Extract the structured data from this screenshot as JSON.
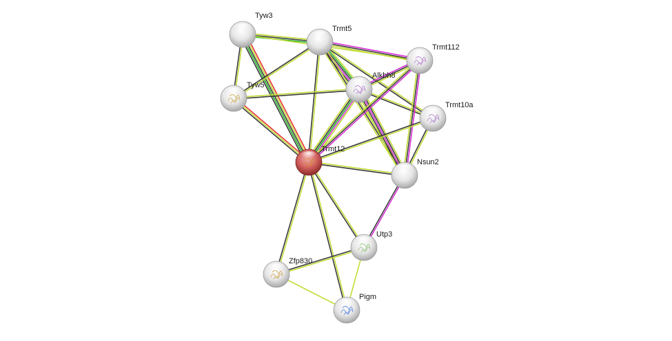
{
  "title": "Protein interaction network",
  "query_protein": "Trmt12",
  "evidence_colors": {
    "textmining": "#c3dc38",
    "coexpression": "#3a3a3a",
    "experiments": "#d42fd4",
    "neighborhood": "#25b425",
    "fusion": "#e83030"
  },
  "node_style": {
    "default_fill": "#e4e4e4",
    "query_fill": "#c8504f"
  },
  "nodes": [
    {
      "id": "Tyw3",
      "label": "Tyw3",
      "query": false,
      "structure": false
    },
    {
      "id": "Trmt5",
      "label": "Trmt5",
      "query": false,
      "structure": false
    },
    {
      "id": "Trmt112",
      "label": "Trmt112",
      "query": false,
      "structure": true,
      "structure_color": "#b07ad0"
    },
    {
      "id": "Alkbh8",
      "label": "Alkbh8",
      "query": false,
      "structure": true,
      "structure_color": "#b07ad0"
    },
    {
      "id": "Tyw5",
      "label": "Tyw5",
      "query": false,
      "structure": true,
      "structure_color": "#c8a84a"
    },
    {
      "id": "Trmt10a",
      "label": "Trmt10a",
      "query": false,
      "structure": true,
      "structure_color": "#a97ac8"
    },
    {
      "id": "Trmt12",
      "label": "Trmt12",
      "query": true,
      "structure": true,
      "structure_color": "#d08a30"
    },
    {
      "id": "Nsun2",
      "label": "Nsun2",
      "query": false,
      "structure": false
    },
    {
      "id": "Utp3",
      "label": "Utp3",
      "query": false,
      "structure": true,
      "structure_color": "#8ac070"
    },
    {
      "id": "Zfp830",
      "label": "Zfp830",
      "query": false,
      "structure": true,
      "structure_color": "#d0a040"
    },
    {
      "id": "Pigm",
      "label": "Pigm",
      "query": false,
      "structure": true,
      "structure_color": "#4a7ad8"
    }
  ],
  "edges": [
    {
      "source": "Tyw3",
      "target": "Trmt5",
      "evidence": [
        "textmining",
        "coexpression",
        "neighborhood"
      ]
    },
    {
      "source": "Tyw3",
      "target": "Tyw5",
      "evidence": [
        "textmining",
        "coexpression"
      ]
    },
    {
      "source": "Tyw3",
      "target": "Trmt12",
      "evidence": [
        "fusion",
        "textmining",
        "coexpression",
        "neighborhood",
        "coexpression"
      ]
    },
    {
      "source": "Tyw3",
      "target": "Trmt112",
      "evidence": [
        "textmining"
      ]
    },
    {
      "source": "Trmt5",
      "target": "Tyw5",
      "evidence": [
        "textmining",
        "coexpression"
      ]
    },
    {
      "source": "Trmt5",
      "target": "Trmt12",
      "evidence": [
        "textmining",
        "coexpression"
      ]
    },
    {
      "source": "Trmt5",
      "target": "Trmt112",
      "evidence": [
        "experiments",
        "coexpression",
        "textmining"
      ]
    },
    {
      "source": "Trmt5",
      "target": "Alkbh8",
      "evidence": [
        "textmining",
        "neighborhood",
        "coexpression",
        "experiments",
        "coexpression"
      ]
    },
    {
      "source": "Trmt5",
      "target": "Trmt10a",
      "evidence": [
        "textmining",
        "coexpression"
      ]
    },
    {
      "source": "Trmt5",
      "target": "Nsun2",
      "evidence": [
        "textmining",
        "coexpression",
        "textmining"
      ]
    },
    {
      "source": "Tyw5",
      "target": "Alkbh8",
      "evidence": [
        "textmining",
        "coexpression"
      ]
    },
    {
      "source": "Tyw5",
      "target": "Trmt12",
      "evidence": [
        "fusion",
        "textmining",
        "coexpression"
      ]
    },
    {
      "source": "Alkbh8",
      "target": "Trmt112",
      "evidence": [
        "experiments",
        "coexpression",
        "textmining"
      ]
    },
    {
      "source": "Alkbh8",
      "target": "Trmt10a",
      "evidence": [
        "textmining",
        "coexpression"
      ]
    },
    {
      "source": "Alkbh8",
      "target": "Trmt12",
      "evidence": [
        "textmining",
        "experiments",
        "neighborhood",
        "coexpression",
        "textmining"
      ]
    },
    {
      "source": "Alkbh8",
      "target": "Nsun2",
      "evidence": [
        "textmining",
        "coexpression",
        "experiments",
        "coexpression",
        "textmining"
      ]
    },
    {
      "source": "Trmt112",
      "target": "Trmt12",
      "evidence": [
        "experiments",
        "coexpression",
        "textmining"
      ]
    },
    {
      "source": "Trmt112",
      "target": "Nsun2",
      "evidence": [
        "experiments",
        "coexpression",
        "textmining"
      ]
    },
    {
      "source": "Trmt10a",
      "target": "Trmt12",
      "evidence": [
        "textmining",
        "coexpression"
      ]
    },
    {
      "source": "Trmt10a",
      "target": "Nsun2",
      "evidence": [
        "textmining",
        "coexpression"
      ]
    },
    {
      "source": "Trmt12",
      "target": "Nsun2",
      "evidence": [
        "textmining",
        "coexpression"
      ]
    },
    {
      "source": "Trmt12",
      "target": "Utp3",
      "evidence": [
        "textmining",
        "coexpression"
      ]
    },
    {
      "source": "Trmt12",
      "target": "Zfp830",
      "evidence": [
        "textmining",
        "coexpression"
      ]
    },
    {
      "source": "Trmt12",
      "target": "Pigm",
      "evidence": [
        "textmining",
        "coexpression"
      ]
    },
    {
      "source": "Nsun2",
      "target": "Utp3",
      "evidence": [
        "experiments",
        "coexpression"
      ]
    },
    {
      "source": "Utp3",
      "target": "Zfp830",
      "evidence": [
        "textmining",
        "coexpression"
      ]
    },
    {
      "source": "Utp3",
      "target": "Pigm",
      "evidence": [
        "textmining"
      ]
    },
    {
      "source": "Zfp830",
      "target": "Pigm",
      "evidence": [
        "textmining"
      ]
    }
  ]
}
